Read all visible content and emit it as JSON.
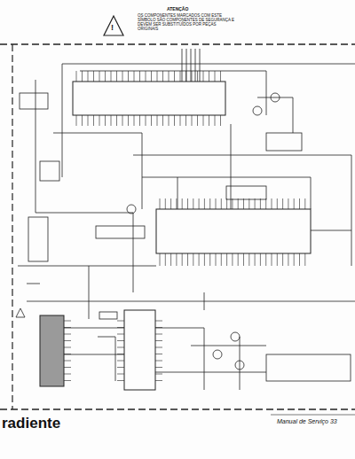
{
  "diagram": {
    "labels": [
      "!",
      "ATENÇÃO",
      "OS COMPONENTES MARCADOS COM ESTE SÍMBOLO SÃO COMPONENTES DE SEGURANÇA E DEVEM SER SUBSTITUÍDOS POR PEÇAS ORIGINAIS",
      "radiente",
      "Manual de Serviço 33"
    ]
  }
}
